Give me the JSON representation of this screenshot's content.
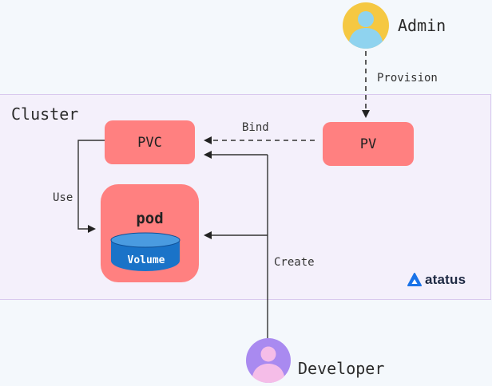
{
  "cluster": {
    "title": "Cluster"
  },
  "nodes": {
    "pvc": "PVC",
    "pv": "PV",
    "pod": "pod",
    "volume": "Volume"
  },
  "edges": {
    "provision": "Provision",
    "bind": "Bind",
    "use": "Use",
    "create": "Create"
  },
  "actors": {
    "admin": {
      "name": "Admin",
      "avatar_color": "#f5c842",
      "icon": "user-avatar-icon"
    },
    "developer": {
      "name": "Developer",
      "avatar_color": "#a98af0",
      "icon": "user-avatar-icon"
    }
  },
  "brand": {
    "name": "atatus",
    "color": "#1a73e8"
  },
  "colors": {
    "node_fill": "#ff8080",
    "volume_fill": "#1a73c8",
    "cluster_fill": "#f4f0fb"
  }
}
